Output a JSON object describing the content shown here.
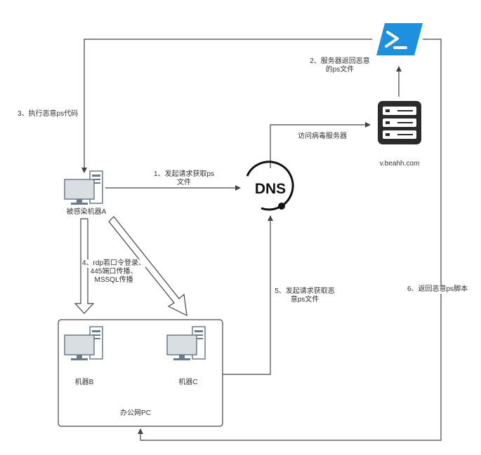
{
  "labels": {
    "step1": [
      "1、发起请求获取ps",
      "文件"
    ],
    "step2": [
      "2、服务器返回恶意",
      "的ps文件"
    ],
    "step3": "3、执行恶意ps代码",
    "step4": [
      "4、rdp若口令登录、",
      "445端口传播、",
      "MSSQL传播"
    ],
    "step5": [
      "5、发起请求获取恶",
      "意ps文件"
    ],
    "step6": "6、返回恶意ps脚本",
    "visit": "访问病毒服务器"
  },
  "nodes": {
    "machine_a": "被感染机器A",
    "machine_b": "机器B",
    "machine_c": "机器C",
    "office_pc": "办公网PC",
    "server": "v.beahh.com",
    "dns": "DNS"
  },
  "colors": {
    "line": "#444444",
    "powershell": "#1e90e0",
    "computer": "#6b7b8c",
    "screen": "#d9dee3"
  }
}
